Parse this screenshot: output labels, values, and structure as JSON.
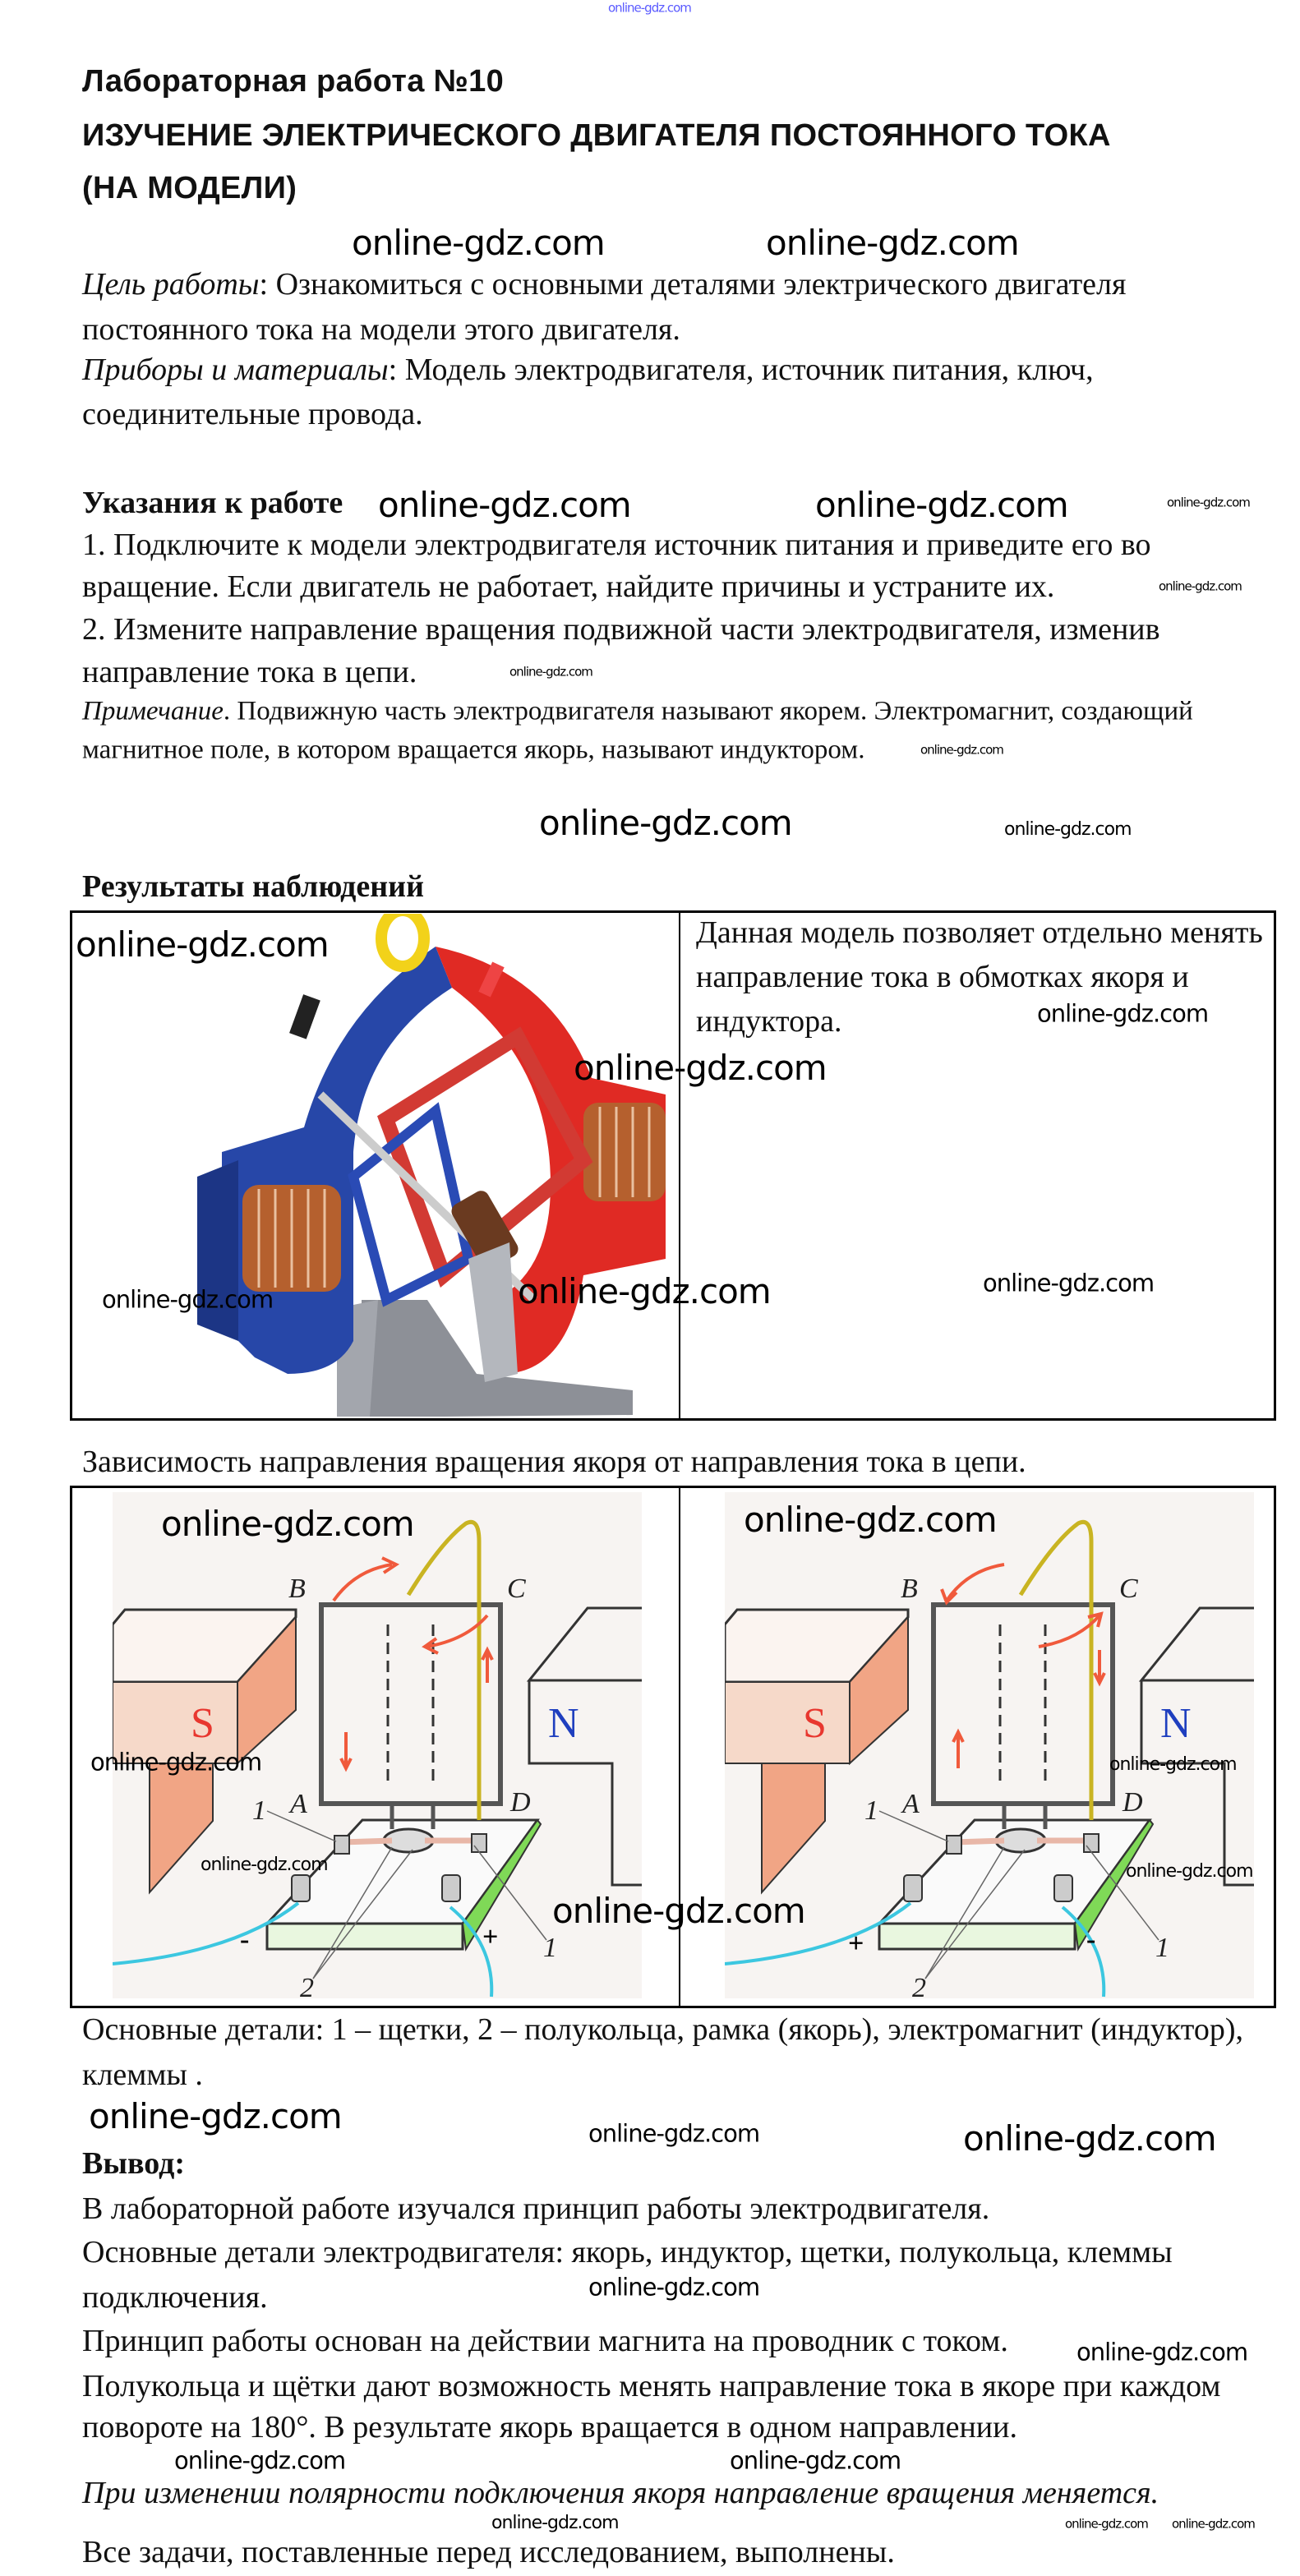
{
  "watermark_text": "online-gdz.com",
  "header": {
    "title_line1": "Лабораторная работа №10",
    "title_line2": "ИЗУЧЕНИЕ ЭЛЕКТРИЧЕСКОГО ДВИГАТЕЛЯ ПОСТОЯННОГО ТОКА",
    "title_line3": "(НА МОДЕЛИ)"
  },
  "goal": {
    "label": "Цель работы",
    "text1": ": Ознакомиться с основными деталями электрического двигателя",
    "text2": "постоянного тока на модели этого двигателя."
  },
  "equipment": {
    "label": "Приборы и материалы",
    "text1": ": Модель электродвигателя, источник питания, ключ,",
    "text2": "соединительные провода."
  },
  "instructions": {
    "heading": "Указания к работе",
    "lines": [
      "1. Подключите к модели электродвигателя источник питания и приведите его во",
      "вращение. Если двигатель не работает, найдите причины и устраните их.",
      "2. Измените направление вращения подвижной части электродвигателя, изменив",
      "направление тока в цепи."
    ],
    "note_label": "Примечание",
    "note_text1": ". Подвижную часть электродвигателя называют якорем. Электромагнит, создающий",
    "note_text2": "магнитное поле, в котором вращается якорь, называют индуктором."
  },
  "results": {
    "heading": "Результаты наблюдений",
    "description_lines": [
      "Данная модель позволяет отдельно менять",
      "направление тока в обмотках якоря и",
      "индуктора."
    ]
  },
  "dependency": {
    "caption": "Зависимость направления вращения якоря от направления тока в цепи.",
    "labels": {
      "B": "B",
      "C": "C",
      "A": "A",
      "D": "D",
      "S": "S",
      "N": "N",
      "one": "1",
      "two": "2",
      "plus": "+",
      "minus": "-"
    }
  },
  "parts": {
    "lines": [
      "Основные детали: 1 – щетки, 2 – полукольца, рамка (якорь), электромагнит (индуктор),",
      "клеммы ."
    ]
  },
  "conclusion": {
    "heading": "Вывод:",
    "lines": [
      "В лабораторной работе изучался принцип работы электродвигателя.",
      "Основные детали электродвигателя: якорь, индуктор, щетки, полукольца, клеммы",
      "подключения.",
      "Принцип работы основан на действии магнита на проводник с током.",
      "Полукольца и щётки дают возможность менять направление тока в якоре при каждом",
      "повороте на 180°. В результате якорь вращается в одном направлении."
    ],
    "italic_line": "При изменении полярности подключения якоря направление вращения меняется.",
    "final_line": "Все задачи, поставленные перед исследованием, выполнены."
  },
  "colors": {
    "magnet_s": "#e8372f",
    "magnet_n": "#1f3fbf",
    "base_green": "#7fd957",
    "wire_cyan": "#3cc7e0",
    "arrow_red": "#f05a3c",
    "top_watermark": "#5a5aff"
  }
}
